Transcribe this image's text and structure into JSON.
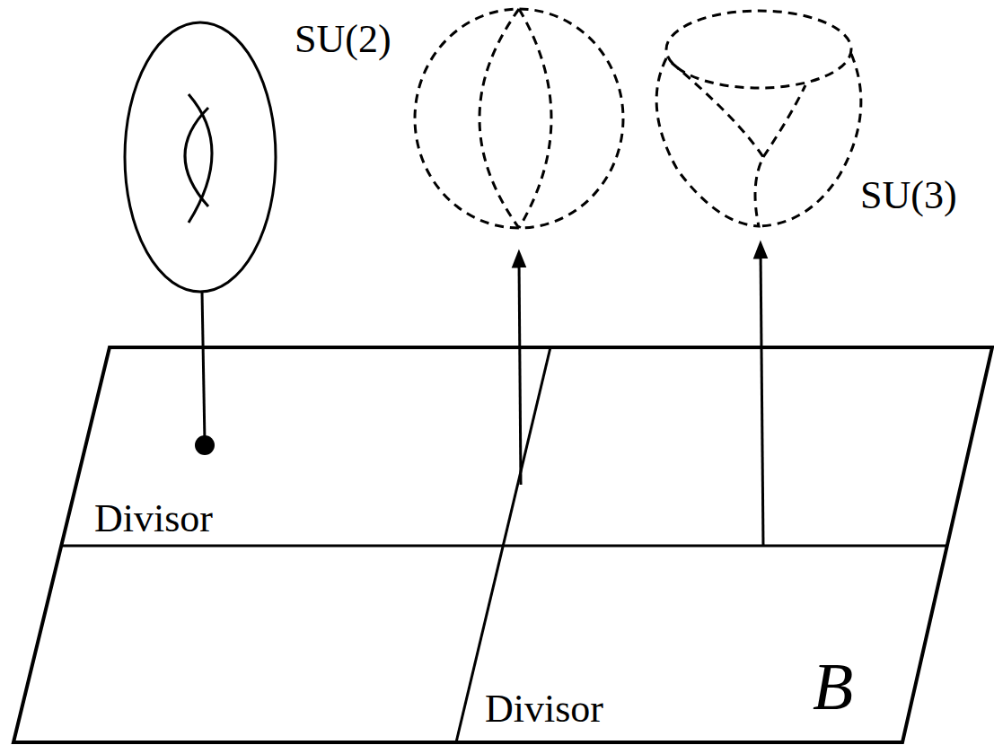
{
  "diagram": {
    "labels": [
      "SU(2)",
      "SU(3)",
      "Divisor",
      "Divisor",
      "B"
    ]
  }
}
